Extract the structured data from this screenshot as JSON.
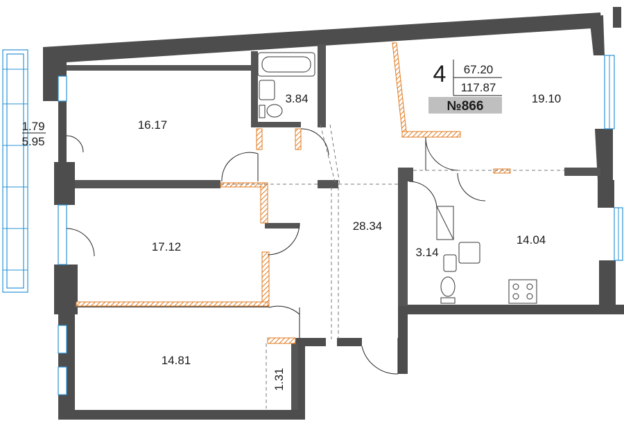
{
  "apartment": {
    "rooms_count": "4",
    "living_area": "67.20",
    "total_area": "117.87",
    "number": "№866"
  },
  "rooms": {
    "bedroom_top_left": "16.17",
    "bathroom_top": "3.84",
    "living_room": "19.10",
    "bedroom_middle_left": "17.12",
    "hall": "28.34",
    "bathroom_small": "3.14",
    "kitchen": "14.04",
    "bedroom_bottom_left": "14.81",
    "wardrobe": "1.31"
  },
  "balcony": {
    "area_top": "1.79",
    "area_bottom": "5.95"
  },
  "colors": {
    "wall": "#555555",
    "window": "#2a93d5",
    "hatch": "#e07a1f"
  }
}
